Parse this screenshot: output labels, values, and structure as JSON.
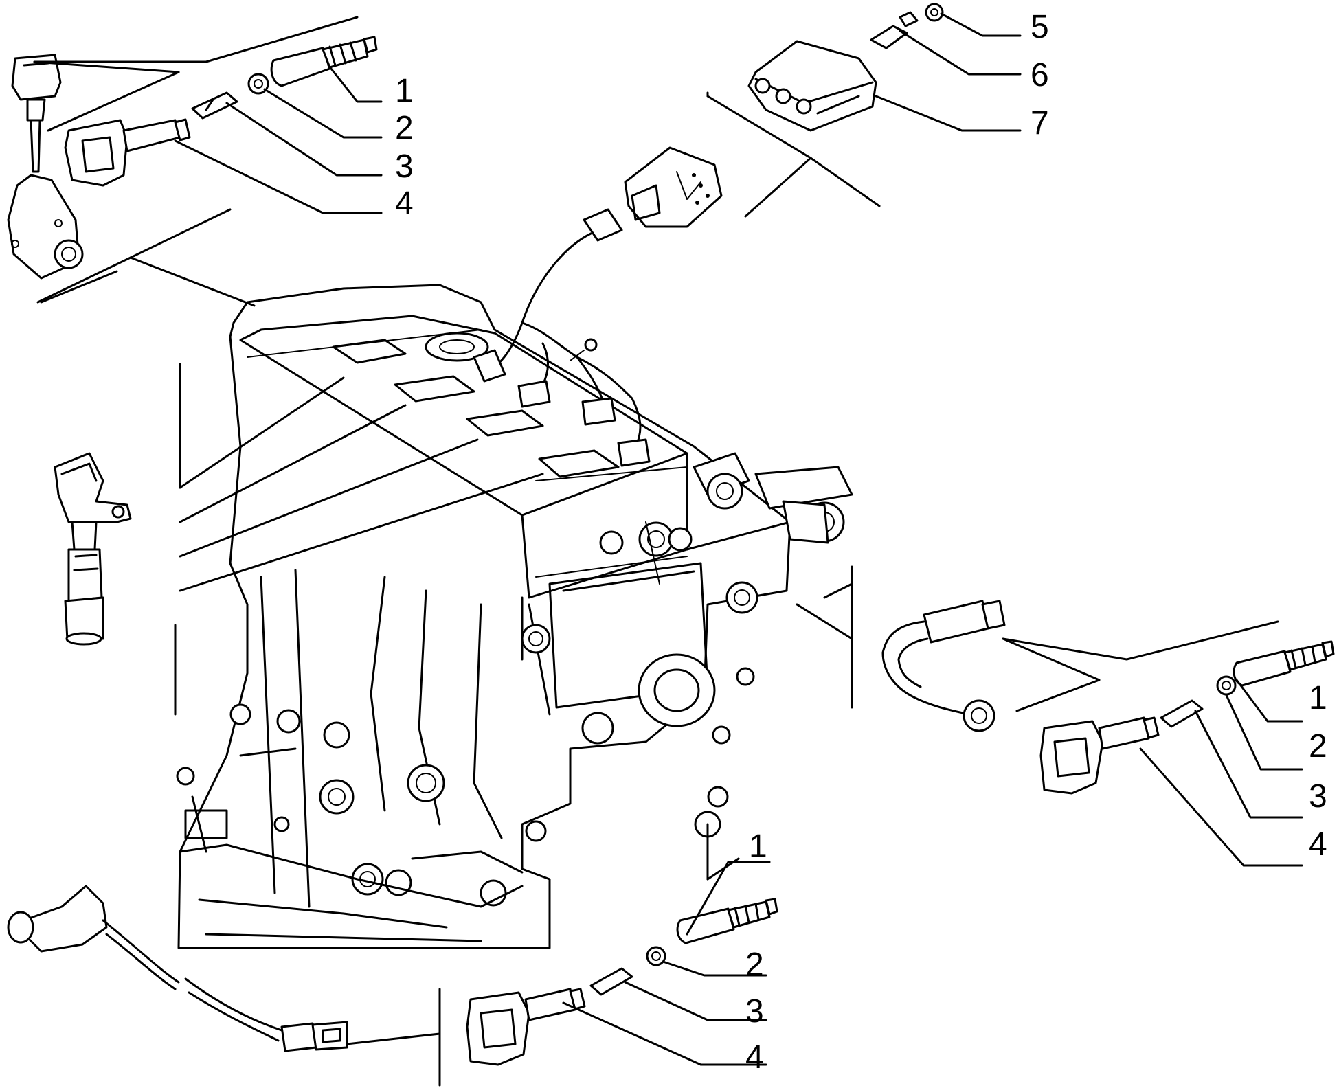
{
  "diagram": {
    "callouts_top_left": [
      "1",
      "2",
      "3",
      "4"
    ],
    "callouts_top_right": [
      "5",
      "6",
      "7"
    ],
    "callouts_mid_right": [
      "1",
      "2",
      "3",
      "4"
    ],
    "callouts_bottom": [
      "1",
      "2",
      "3",
      "4"
    ]
  }
}
